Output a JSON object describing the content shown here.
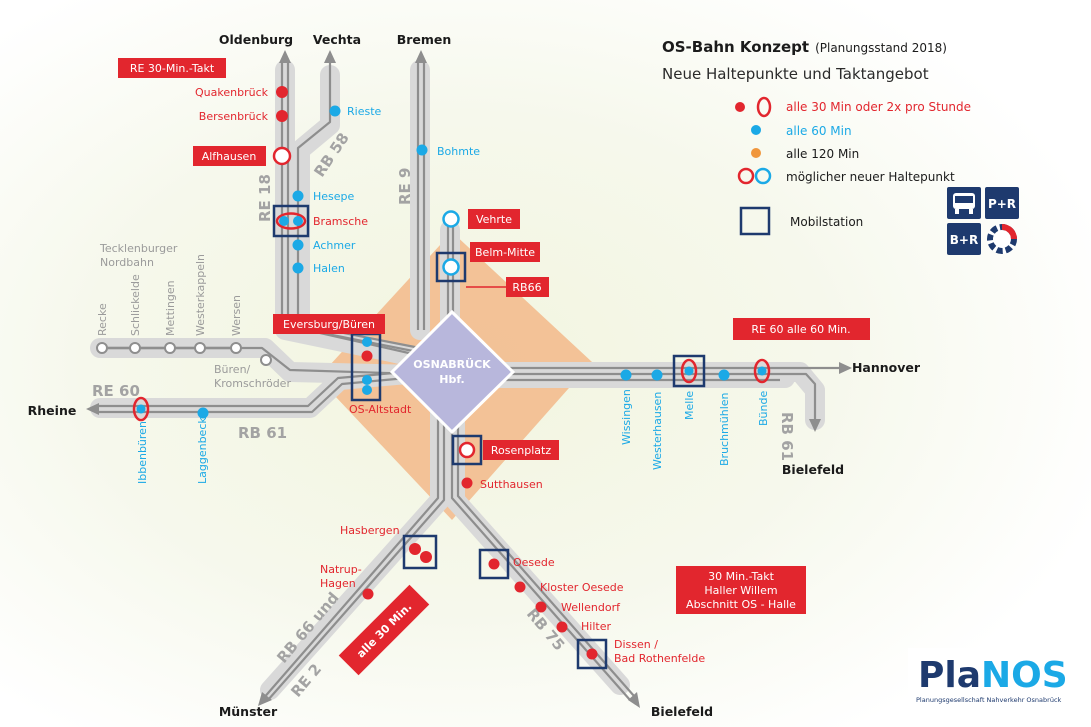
{
  "title": "OS-Bahn Konzept",
  "title_note": "(Planungsstand 2018)",
  "subtitle": "Neue Haltepunkte und Taktangebot",
  "legend": {
    "item_30": "alle 30 Min oder 2x pro Stunde",
    "item_60": "alle 60 Min",
    "item_120": "alle 120 Min",
    "item_new": "möglicher neuer Haltepunkt",
    "item_mobil": "Mobilstation",
    "badge_pr": "P+R",
    "badge_br": "B+R"
  },
  "colors": {
    "red": "#e2262e",
    "blue": "#1ba9e6",
    "orange": "#f0963c",
    "navy": "#1e3a6e",
    "hub": "#b9b8da",
    "track": "#d8d8d8",
    "rail": "#8a8a8a",
    "gray_text": "#9b9b9b"
  },
  "hub": {
    "line1": "OSNABRÜCK",
    "line2": "Hbf."
  },
  "cities": {
    "oldenburg": "Oldenburg",
    "vechta": "Vechta",
    "bremen": "Bremen",
    "hannover": "Hannover",
    "bielefeld_east": "Bielefeld",
    "rheine": "Rheine",
    "muenster": "Münster",
    "bielefeld_south": "Bielefeld"
  },
  "lines": {
    "re18": "RE 18",
    "rb58": "RB 58",
    "re9": "RE 9",
    "re60": "RE 60",
    "rb61_west": "RB 61",
    "rb61_east": "RB 61",
    "rb66": "RB66",
    "rb66_und": "RB 66 und",
    "re2": "RE 2",
    "rb75": "RB 75"
  },
  "boxes": {
    "re30": "RE 30-Min.-Takt",
    "re60": "RE 60 alle 60 Min.",
    "alle30": "alle 30 Min.",
    "haller_1": "30 Min.-Takt",
    "haller_2": "Haller Willem",
    "haller_3": "Abschnitt OS - Halle"
  },
  "stations": {
    "quakenbrueck": "Quakenbrück",
    "bersenbrueck": "Bersenbrück",
    "alfhausen": "Alfhausen",
    "rieste": "Rieste",
    "bohmte": "Bohmte",
    "hesepe": "Hesepe",
    "bramsche": "Bramsche",
    "achmer": "Achmer",
    "halen": "Halen",
    "vehrte": "Vehrte",
    "belm_mitte": "Belm-Mitte",
    "eversburg": "Eversburg/Büren",
    "os_altstadt": "OS-Altstadt",
    "ibbenbueren": "Ibbenbüren",
    "laggenbeck": "Laggenbeck",
    "rosenplatz": "Rosenplatz",
    "sutthausen": "Sutthausen",
    "hasbergen": "Hasbergen",
    "natrup_1": "Natrup-",
    "natrup_2": "Hagen",
    "oesede": "Oesede",
    "kloster_oesede": "Kloster Oesede",
    "wellendorf": "Wellendorf",
    "hilter": "Hilter",
    "dissen_1": "Dissen /",
    "dissen_2": "Bad Rothenfelde",
    "wissingen": "Wissingen",
    "westerhausen": "Westerhausen",
    "melle": "Melle",
    "bruchmuehlen": "Bruchmühlen",
    "buende": "Bünde",
    "recke": "Recke",
    "schlickelde": "Schlickelde",
    "mettingen": "Mettingen",
    "westerkappeln": "Westerkappeln",
    "wersen": "Wersen",
    "tecklenburger_1": "Tecklenburger",
    "tecklenburger_2": "Nordbahn",
    "bueren_1": "Büren/",
    "bueren_2": "Kromschröder"
  },
  "logo": {
    "text_a": "Pla",
    "text_b": "NOS",
    "tagline": "Planungsgesellschaft Nahverkehr Osnabrück"
  }
}
